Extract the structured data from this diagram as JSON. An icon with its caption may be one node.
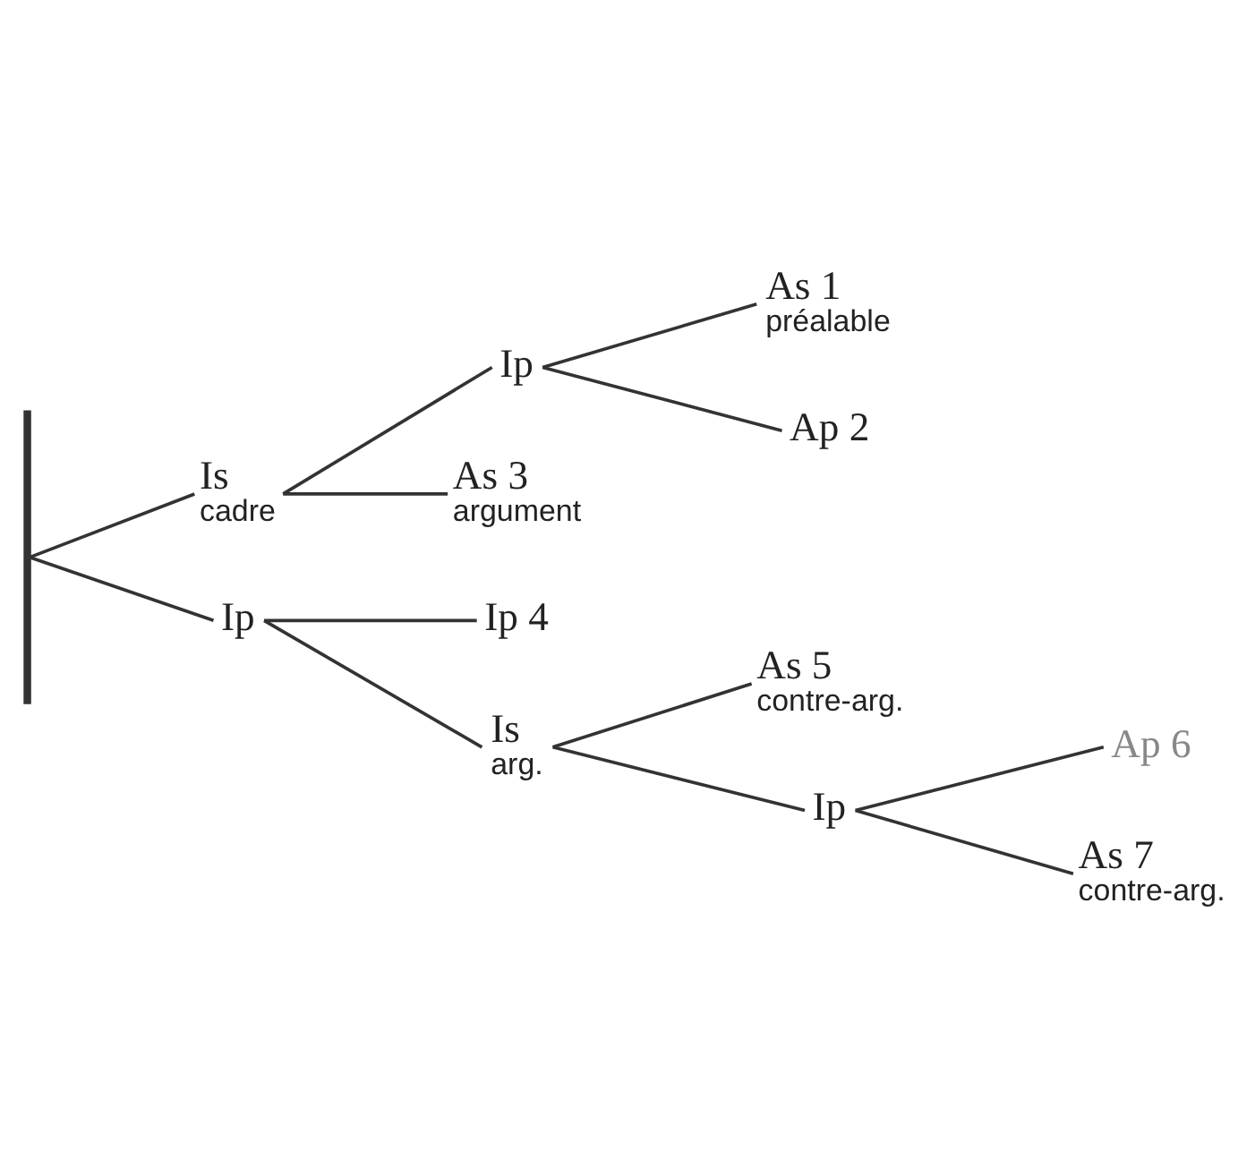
{
  "diagram": {
    "nodes": [
      {
        "text": [],
        "shape": "bar"
      },
      {
        "text": [
          "Is",
          "cadre"
        ]
      },
      {
        "text": [
          "Ip"
        ]
      },
      {
        "text": [
          "As 1",
          "préalable"
        ]
      },
      {
        "text": [
          "Ap 2"
        ]
      },
      {
        "text": [
          "As 3",
          "argument"
        ]
      },
      {
        "text": [
          "Ip"
        ]
      },
      {
        "text": [
          "Ip 4"
        ]
      },
      {
        "text": [
          "Is",
          "arg."
        ]
      },
      {
        "text": [
          "As 5",
          "contre-arg."
        ]
      },
      {
        "text": [
          "Ip"
        ]
      },
      {
        "text": [
          "Ap 6"
        ]
      },
      {
        "text": [
          "As 7",
          "contre-arg."
        ]
      }
    ],
    "edges": [
      {
        "from": 0,
        "to": 1,
        "arrow": "none"
      },
      {
        "from": 0,
        "to": 6,
        "arrow": "none"
      },
      {
        "from": 1,
        "to": 2,
        "arrow": "none"
      },
      {
        "from": 1,
        "to": 5,
        "arrow": "none"
      },
      {
        "from": 2,
        "to": 3,
        "arrow": "none"
      },
      {
        "from": 2,
        "to": 4,
        "arrow": "none"
      },
      {
        "from": 6,
        "to": 7,
        "arrow": "none"
      },
      {
        "from": 6,
        "to": 8,
        "arrow": "none"
      },
      {
        "from": 8,
        "to": 9,
        "arrow": "none"
      },
      {
        "from": 8,
        "to": 10,
        "arrow": "none"
      },
      {
        "from": 10,
        "to": 11,
        "arrow": "none"
      },
      {
        "from": 10,
        "to": 12,
        "arrow": "none"
      }
    ]
  }
}
